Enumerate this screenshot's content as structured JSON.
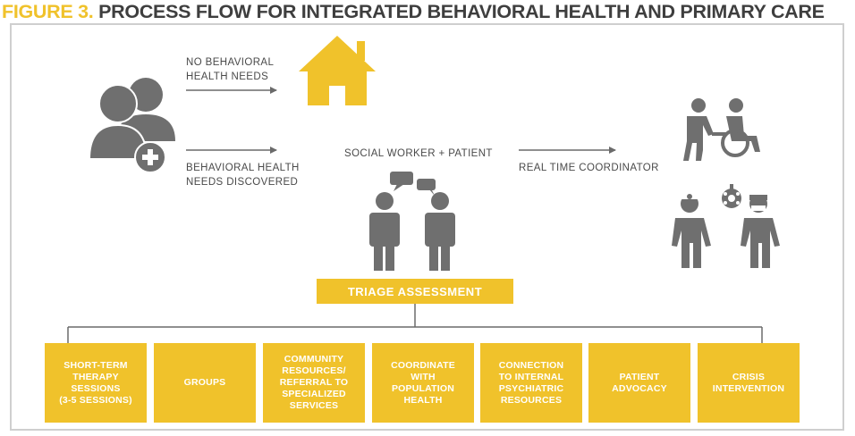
{
  "figure_title": {
    "label": "FIGURE 3.",
    "text": "PROCESS FLOW FOR INTEGRATED BEHAVIORAL HEALTH AND PRIMARY CARE"
  },
  "flow": {
    "no_needs_label": "NO BEHAVIORAL\nHEALTH NEEDS",
    "needs_label": "BEHAVIORAL HEALTH\nNEEDS DISCOVERED",
    "social_worker_label": "SOCIAL WORKER + PATIENT",
    "coordinator_label": "REAL TIME COORDINATOR",
    "triage_label": "TRIAGE ASSESSMENT"
  },
  "services": [
    "SHORT-TERM\nTHERAPY\nSESSIONS\n(3-5 SESSIONS)",
    "GROUPS",
    "COMMUNITY\nRESOURCES/\nREFERRAL TO\nSPECIALIZED\nSERVICES",
    "COORDINATE\nWITH\nPOPULATION\nHEALTH",
    "CONNECTION\nTO INTERNAL\nPSYCHIATRIC\nRESOURCES",
    "PATIENT\nADVOCACY",
    "CRISIS\nINTERVENTION"
  ],
  "icons": {
    "patient": "patient-add-icon",
    "home": "home-icon",
    "chat": "speech-bubbles-icon",
    "people": "two-people-icon",
    "wheelchair": "wheelchair-assist-icon",
    "surgeons": "surgical-team-icon"
  },
  "colors": {
    "accent": "#f0c22b",
    "icon": "#6f6f6f",
    "text": "#4a4a4a",
    "arrow": "#6a6a6a"
  }
}
